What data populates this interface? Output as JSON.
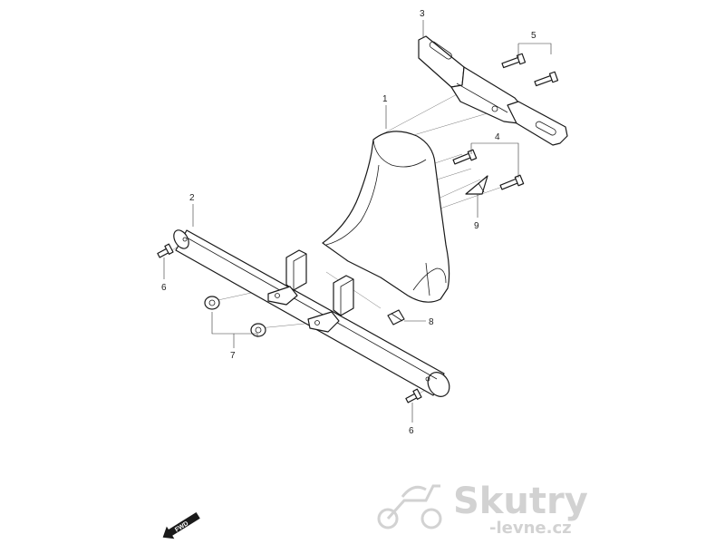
{
  "callouts": {
    "c1": "1",
    "c2": "2",
    "c3": "3",
    "c4": "4",
    "c5": "5",
    "c6a": "6",
    "c6b": "6",
    "c7": "7",
    "c8": "8",
    "c9": "9"
  },
  "fwd_label": "FWD",
  "watermark": {
    "brand": "Skutry",
    "domain": "-levne.cz",
    "icon": "scooter-icon"
  },
  "colors": {
    "line": "#1a1a1a",
    "watermark": "#d2d2d2"
  }
}
